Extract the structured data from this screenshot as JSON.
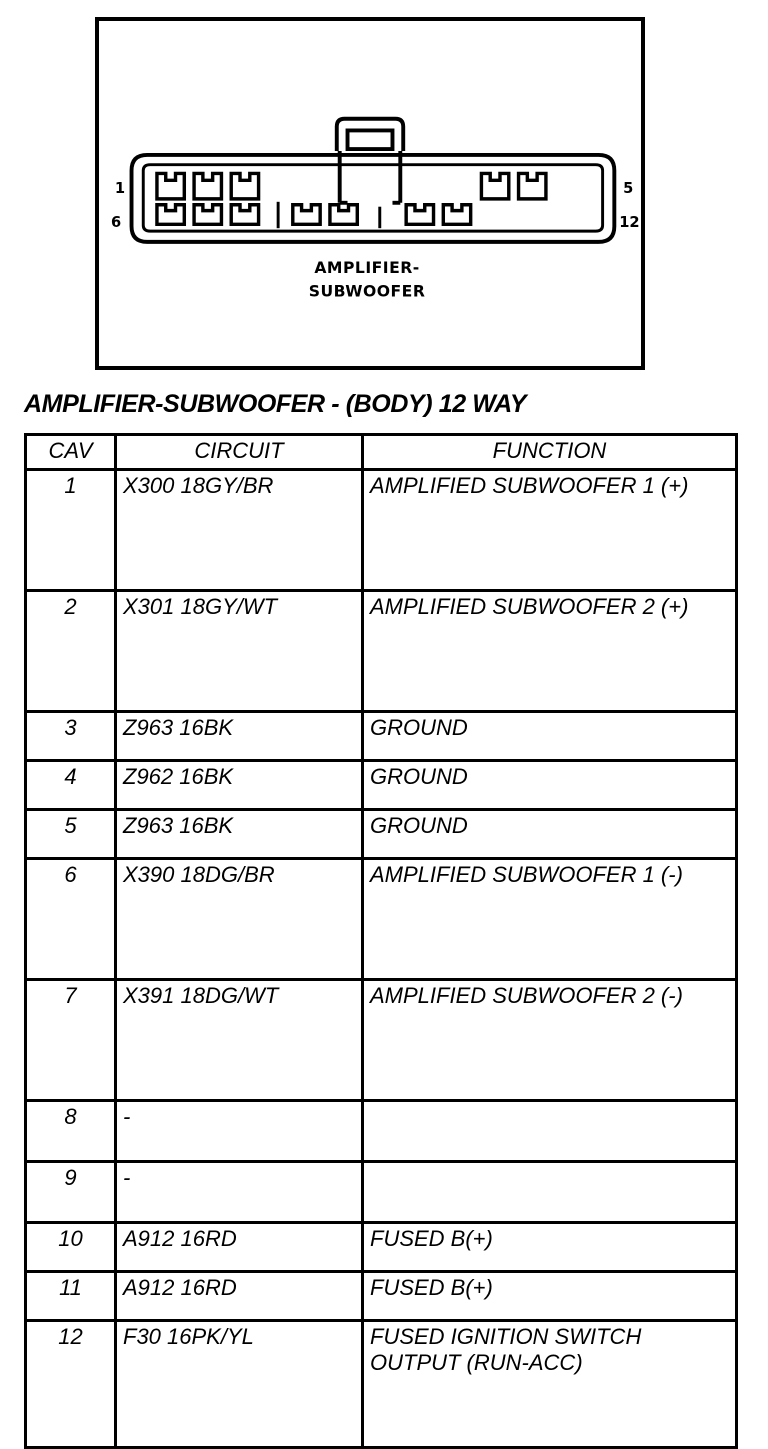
{
  "connector": {
    "label_line1": "AMPLIFIER-",
    "label_line2": "SUBWOOFER",
    "pin_top_left": "1",
    "pin_bottom_left": "6",
    "pin_top_right": "5",
    "pin_bottom_right": "12",
    "top_row_pins": 5,
    "bottom_row_pins": 7,
    "total_ways": 12
  },
  "title": "AMPLIFIER-SUBWOOFER - (BODY) 12 WAY",
  "table": {
    "headers": {
      "cav": "CAV",
      "circuit": "CIRCUIT",
      "function": "FUNCTION"
    },
    "rows": [
      {
        "cav": "1",
        "circuit": "X300 18GY/BR",
        "function": "AMPLIFIED SUBWOOFER 1 (+)"
      },
      {
        "cav": "2",
        "circuit": "X301 18GY/WT",
        "function": "AMPLIFIED SUBWOOFER 2 (+)"
      },
      {
        "cav": "3",
        "circuit": "Z963 16BK",
        "function": "GROUND"
      },
      {
        "cav": "4",
        "circuit": "Z962 16BK",
        "function": "GROUND"
      },
      {
        "cav": "5",
        "circuit": "Z963 16BK",
        "function": "GROUND"
      },
      {
        "cav": "6",
        "circuit": "X390 18DG/BR",
        "function": "AMPLIFIED SUBWOOFER 1 (-)"
      },
      {
        "cav": "7",
        "circuit": "X391 18DG/WT",
        "function": "AMPLIFIED SUBWOOFER 2 (-)"
      },
      {
        "cav": "8",
        "circuit": "-",
        "function": ""
      },
      {
        "cav": "9",
        "circuit": "-",
        "function": ""
      },
      {
        "cav": "10",
        "circuit": "A912 16RD",
        "function": "FUSED B(+)"
      },
      {
        "cav": "11",
        "circuit": "A912 16RD",
        "function": "FUSED B(+)"
      },
      {
        "cav": "12",
        "circuit": "F30 16PK/YL",
        "function": "FUSED IGNITION SWITCH OUTPUT (RUN-ACC)"
      }
    ]
  },
  "colors": {
    "ink": "#000000",
    "paper": "#ffffff"
  }
}
